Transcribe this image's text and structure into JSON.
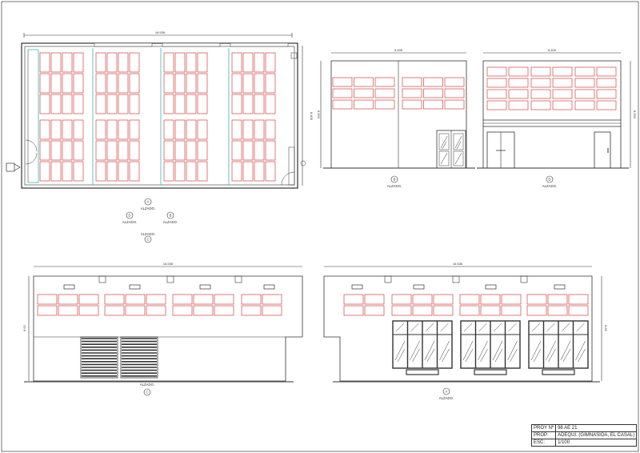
{
  "drawing": {
    "plan": {
      "dimension_top": "16.536",
      "dimension_side": "8.405"
    },
    "elevation_b": {
      "dimension_top": "8.405",
      "dimension_side": "6.534",
      "marker_letter": "B",
      "caption": "ALZADO."
    },
    "elevation_d": {
      "dimension_top": "8.405",
      "dimension_side": "6.534",
      "marker_letter": "D",
      "caption": "ALZADO."
    },
    "elevation_c": {
      "dimension_top": "16.536",
      "dimension_side": "6.52",
      "marker_letter": "C",
      "caption": "ALZADO."
    },
    "elevation_a": {
      "dimension_top": "16.536",
      "dimension_side": "6.52",
      "marker_letter": "A",
      "caption": "ALZADO."
    },
    "plan_markers": {
      "a": {
        "letter": "A",
        "caption": "ALZADO."
      },
      "d": {
        "letter": "D",
        "caption": "ALZADO."
      },
      "b": {
        "letter": "B",
        "caption": "ALZADO."
      },
      "c": {
        "letter": "C",
        "caption": "ALZADO."
      }
    }
  },
  "title_block": {
    "rows": [
      {
        "key": "PROY Nº",
        "value": "98 AE 21"
      },
      {
        "key": "PROP.",
        "value": "ADEQUI. (GIMNASIOA, EL CASAL)"
      },
      {
        "key": "ESC:",
        "value": "1/100"
      }
    ]
  },
  "colors": {
    "line": "#333333",
    "panel_red": "#cc2222",
    "glass_teal": "#5cc7c7",
    "background": "#ffffff"
  }
}
